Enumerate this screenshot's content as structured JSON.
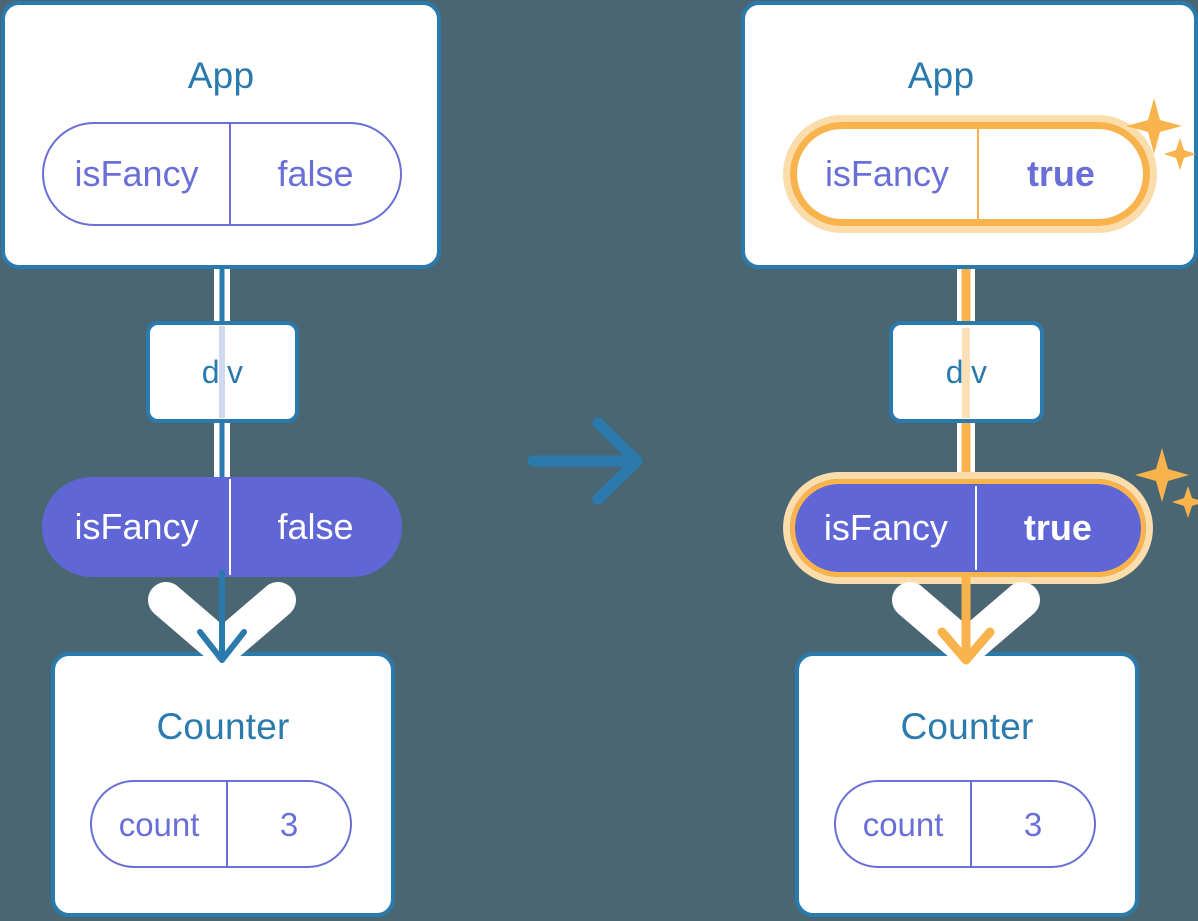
{
  "meta": {
    "background_color": "#4a6672",
    "accent_blue": "#2b7aad",
    "accent_purple": "#6166d6",
    "highlight_orange": "#f8b34c",
    "highlight_glow": "#fbdcab",
    "white": "#ffffff"
  },
  "transition": {
    "icon": "right-arrow-icon",
    "color": "#2b7aad"
  },
  "before": {
    "app": {
      "title": "App",
      "state_pill": {
        "key": "isFancy",
        "value": "false",
        "style": "outline",
        "highlighted": false
      }
    },
    "div": {
      "title": "div"
    },
    "prop_pill": {
      "key": "isFancy",
      "value": "false",
      "style": "filled",
      "highlighted": false
    },
    "counter": {
      "title": "Counter",
      "state_pill": {
        "key": "count",
        "value": "3",
        "style": "outline",
        "highlighted": false
      }
    },
    "arrow_color": "#2b7aad"
  },
  "after": {
    "app": {
      "title": "App",
      "state_pill": {
        "key": "isFancy",
        "value": "true",
        "style": "outline",
        "highlighted": true,
        "value_bold": true
      }
    },
    "div": {
      "title": "div"
    },
    "prop_pill": {
      "key": "isFancy",
      "value": "true",
      "style": "filled",
      "highlighted": true,
      "value_bold": true
    },
    "counter": {
      "title": "Counter",
      "state_pill": {
        "key": "count",
        "value": "3",
        "style": "outline",
        "highlighted": false
      }
    },
    "arrow_color": "#f8b34c",
    "sparkle_icon": "sparkles-icon"
  }
}
